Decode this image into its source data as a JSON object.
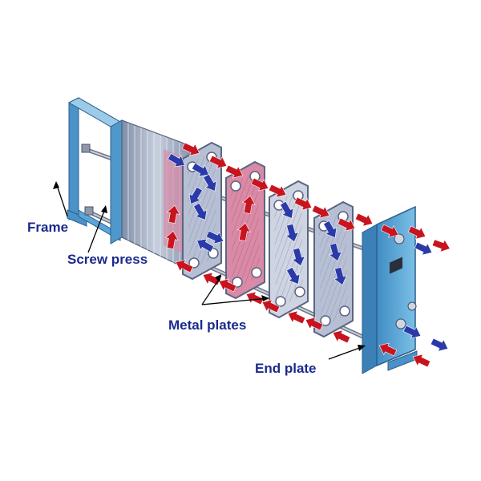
{
  "labels": {
    "frame": "Frame",
    "screw_press": "Screw press",
    "metal_plates": "Metal plates",
    "end_plate": "End plate"
  },
  "colors": {
    "label_text": "#1a2a8c",
    "hot_arrow": "#c8141e",
    "cold_arrow": "#2a3aa8",
    "frame_blue": "#5aa6d8",
    "plate_face": "#d4dae6",
    "plate_hot": "#d98aa6",
    "plate_cold": "#b8bfd8"
  },
  "icons": {
    "hot_flow": "red-arrow-icon",
    "cold_flow": "blue-arrow-icon"
  }
}
